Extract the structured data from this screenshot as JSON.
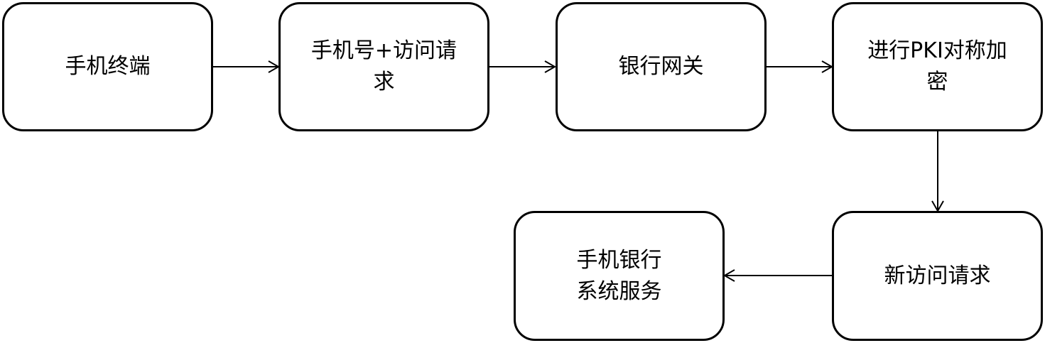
{
  "diagram": {
    "nodes": [
      {
        "id": "mobile-terminal",
        "label": "手机终端"
      },
      {
        "id": "phone-number-access-request",
        "label": "手机号+访问请\n求"
      },
      {
        "id": "bank-gateway",
        "label": "银行网关"
      },
      {
        "id": "pki-symmetric-encryption",
        "label": "进行PKI对称加\n密"
      },
      {
        "id": "new-access-request",
        "label": "新访问请求"
      },
      {
        "id": "mobile-banking-system-service",
        "label": "手机银行\n系统服务"
      }
    ],
    "edges": [
      {
        "from": "mobile-terminal",
        "to": "phone-number-access-request"
      },
      {
        "from": "phone-number-access-request",
        "to": "bank-gateway"
      },
      {
        "from": "bank-gateway",
        "to": "pki-symmetric-encryption"
      },
      {
        "from": "pki-symmetric-encryption",
        "to": "new-access-request"
      },
      {
        "from": "new-access-request",
        "to": "mobile-banking-system-service"
      }
    ],
    "colors": {
      "stroke": "#000000",
      "fill": "#ffffff",
      "text": "#000000"
    }
  }
}
